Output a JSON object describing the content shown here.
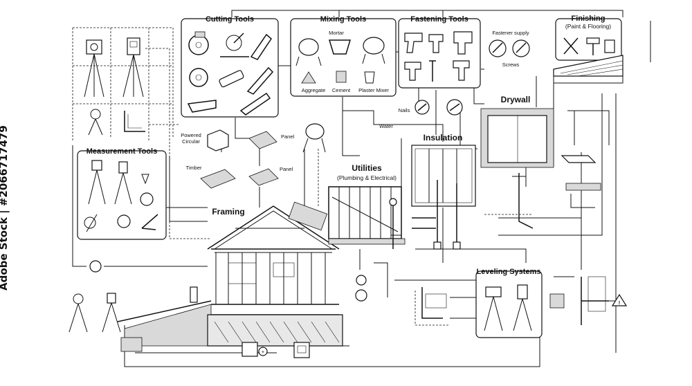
{
  "sections": {
    "cutting_tools": "Cutting Tools",
    "mixing_tools": "Mixing Tools",
    "fastening_tools": "Fastening Tools",
    "finishing": "Finishing",
    "finishing_sub": "(Paint & Flooring)",
    "measurement_tools": "Measurement Tools",
    "framing": "Framing",
    "utilities": "Utilities",
    "utilities_sub": "(Plumbing & Electrical)",
    "insulation": "Insulation",
    "drywall": "Drywall",
    "leveling_systems": "Leveling Systems"
  },
  "labels": {
    "mortar": "Mortar",
    "aggregate": "Aggregate",
    "cement": "Cement",
    "plaster_mixer": "Plaster Mixer",
    "fastener_supply": "Fastener supply",
    "screws": "Screws",
    "nails": "Nails",
    "water": "Water",
    "powered_circular_1": "Powered",
    "powered_circular_2": "Circular",
    "panel_1": "Panel",
    "panel_2": "Panel",
    "timber": "Timber"
  },
  "watermark": {
    "stock_id": "Adobe Stock | #2066717479"
  },
  "icons": [
    "tripod-laser-icon",
    "total-station-icon",
    "plumb-bob-icon",
    "square-ruler-icon",
    "circular-saw-icon",
    "miter-saw-icon",
    "hand-saw-icon",
    "reciprocating-saw-icon",
    "cement-mixer-icon",
    "mortar-tray-icon",
    "trowel-icon",
    "bucket-icon",
    "nail-gun-icon",
    "drill-icon",
    "screw-icon",
    "paint-brush-icon",
    "paint-can-icon",
    "tape-measure-icon",
    "spirit-level-icon",
    "auto-level-icon",
    "warning-icon"
  ]
}
